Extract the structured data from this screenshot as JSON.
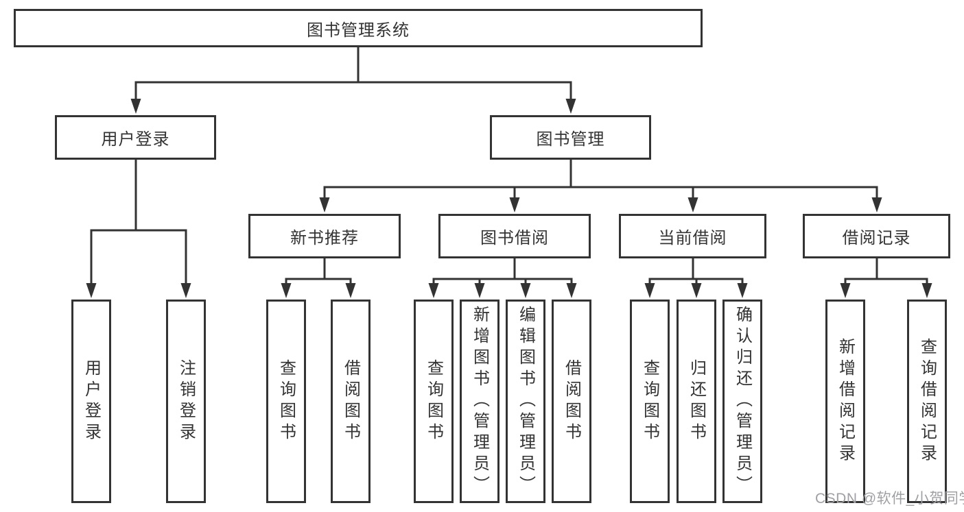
{
  "diagram": {
    "root": {
      "label": "图书管理系统"
    },
    "branches": [
      {
        "label": "用户登录",
        "children": [
          {
            "label": "用户登录"
          },
          {
            "label": "注销登录"
          }
        ]
      },
      {
        "label": "图书管理",
        "groups": [
          {
            "label": "新书推荐",
            "children": [
              {
                "label": "查询图书"
              },
              {
                "label": "借阅图书"
              }
            ]
          },
          {
            "label": "图书借阅",
            "children": [
              {
                "label": "查询图书"
              },
              {
                "label": "新增图书（管理员）"
              },
              {
                "label": "编辑图书（管理员）"
              },
              {
                "label": "借阅图书"
              }
            ]
          },
          {
            "label": "当前借阅",
            "children": [
              {
                "label": "查询图书"
              },
              {
                "label": "归还图书"
              },
              {
                "label": "确认归还（管理员）"
              }
            ]
          },
          {
            "label": "借阅记录",
            "children": [
              {
                "label": "新增借阅记录"
              },
              {
                "label": "查询借阅记录"
              }
            ]
          }
        ]
      }
    ]
  },
  "watermark": {
    "text": "CSDN @软件_小贺同学"
  },
  "colors": {
    "line": "#333333",
    "text": "#333333",
    "background": "#ffffff",
    "watermark": "#9fa0a4"
  }
}
